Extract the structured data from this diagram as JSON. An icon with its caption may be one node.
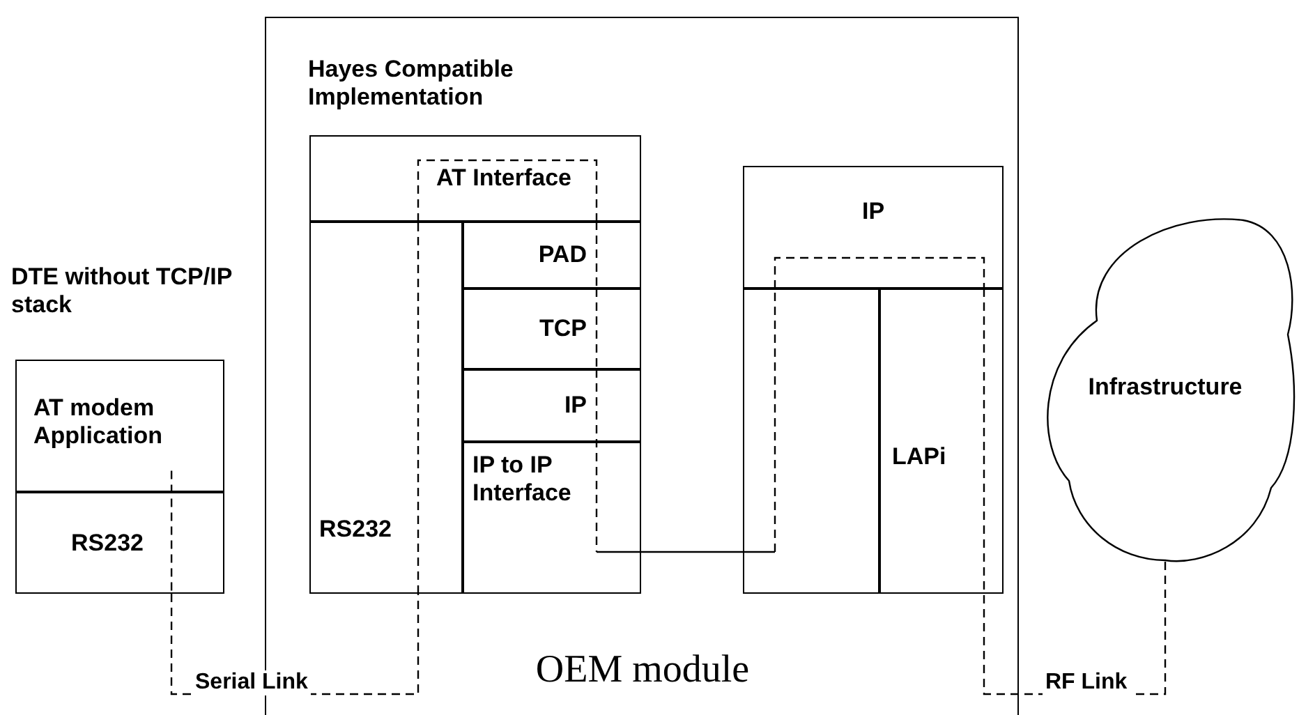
{
  "diagram": {
    "nodes": [
      {
        "text": [
          "OEM module"
        ]
      },
      {
        "text": [
          "Hayes Compatible Implementation"
        ],
        "in": 0
      },
      {
        "text": [
          "AT Interface"
        ],
        "in": 1
      },
      {
        "text": [
          "RS232"
        ],
        "in": 1
      },
      {
        "text": [
          "PAD"
        ],
        "in": 1
      },
      {
        "text": [
          "TCP"
        ],
        "in": 1
      },
      {
        "text": [
          "IP"
        ],
        "in": 1
      },
      {
        "text": [
          "IP to IP Interface"
        ],
        "in": 1
      },
      {
        "text": [],
        "shape": "box",
        "in": 0
      },
      {
        "text": [
          "IP"
        ],
        "in": 8
      },
      {
        "text": [],
        "shape": "box",
        "in": 8
      },
      {
        "text": [
          "LAPi"
        ],
        "in": 8
      },
      {
        "text": [
          "DTE without TCP/IP stack"
        ]
      },
      {
        "text": [
          "AT modem Application"
        ],
        "in": 12
      },
      {
        "text": [
          "RS232"
        ],
        "in": 12
      },
      {
        "text": [
          "Infrastructure"
        ]
      }
    ],
    "edges": [
      {
        "from": 13,
        "to": 14,
        "arrow": "none",
        "style": "dashed"
      },
      {
        "from": 14,
        "to": 3,
        "arrow": "none",
        "style": "dashed",
        "label": "Serial Link"
      },
      {
        "from": 3,
        "to": 2,
        "arrow": "none",
        "style": "dashed"
      },
      {
        "from": 2,
        "to": 4,
        "arrow": "none",
        "style": "dashed"
      },
      {
        "from": 4,
        "to": 5,
        "arrow": "none",
        "style": "dashed"
      },
      {
        "from": 5,
        "to": 6,
        "arrow": "none",
        "style": "dashed"
      },
      {
        "from": 6,
        "to": 7,
        "arrow": "none",
        "style": "dashed"
      },
      {
        "from": 7,
        "to": 10,
        "arrow": "none"
      },
      {
        "from": 10,
        "to": 9,
        "arrow": "none",
        "style": "dashed"
      },
      {
        "from": 9,
        "to": 11,
        "arrow": "none",
        "style": "dashed"
      },
      {
        "from": 11,
        "to": 15,
        "arrow": "none",
        "style": "dashed",
        "label": "RF Link"
      }
    ]
  }
}
